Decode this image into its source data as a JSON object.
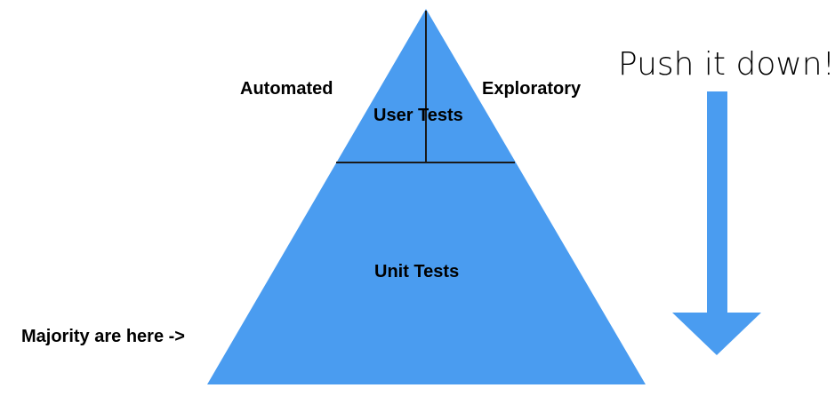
{
  "labels": {
    "automated": "Automated",
    "exploratory": "Exploratory",
    "user_tests": "User Tests",
    "unit_tests": "Unit Tests",
    "majority": "Majority are here ->",
    "push_down": "Push it down!"
  },
  "colors": {
    "fill": "#4a9cf0",
    "line": "#1a1a1a",
    "text": "#000000",
    "background": "#ffffff"
  }
}
